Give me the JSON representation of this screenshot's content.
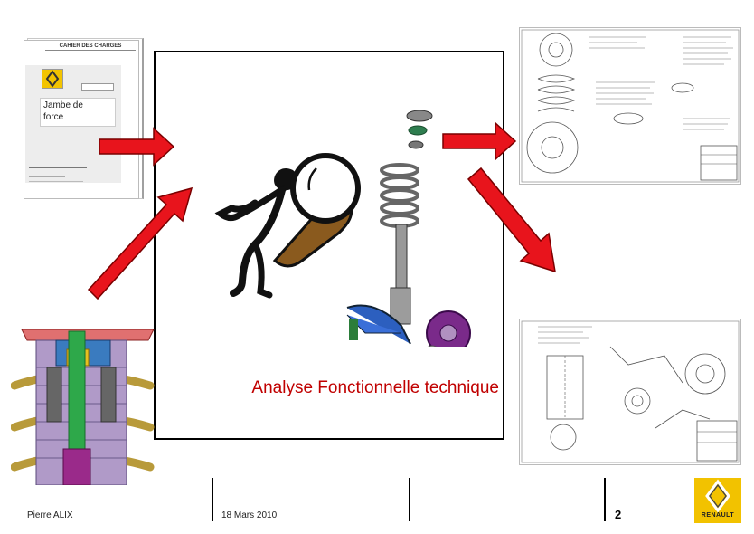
{
  "slide": {
    "title": "Analyse Fonctionnelle technique",
    "accent_color": "#c00000",
    "arrow_color": "#e8141c"
  },
  "cover_doc": {
    "heading": "CAHIER DES CHARGES",
    "brand": "RENAULT",
    "label": "Jambe de force"
  },
  "footer": {
    "author": "Pierre ALIX",
    "date": "18 Mars 2010",
    "page": "2",
    "logo": "RENAULT"
  },
  "icons": {
    "magnifier": "magnifier-figure-icon",
    "strut": "suspension-strut-icon",
    "cutaway": "strut-cutaway-icon"
  }
}
